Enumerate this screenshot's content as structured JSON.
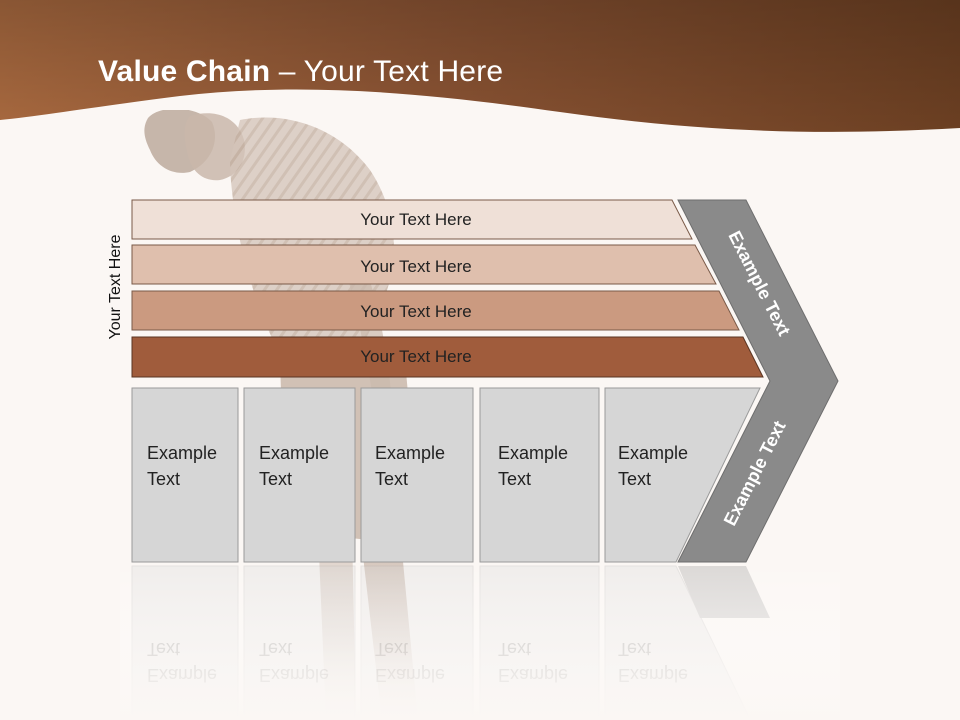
{
  "slide": {
    "title_bold": "Value Chain",
    "title_rest": " – Your Text Here",
    "side_label": "Your Text Here"
  },
  "bars": [
    {
      "label": "Your Text Here",
      "color": "#efe0d7"
    },
    {
      "label": "Your Text Here",
      "color": "#dfbfad"
    },
    {
      "label": "Your Text Here",
      "color": "#cb9a80"
    },
    {
      "label": "Your Text Here",
      "color": "#a05c3c"
    }
  ],
  "boxes": [
    {
      "line1": "Example",
      "line2": "Text"
    },
    {
      "line1": "Example",
      "line2": "Text"
    },
    {
      "line1": "Example",
      "line2": "Text"
    },
    {
      "line1": "Example",
      "line2": "Text"
    },
    {
      "line1": "Example",
      "line2": "Text"
    }
  ],
  "chevron": {
    "upper_label": "Example Text",
    "lower_label": "Example Text",
    "color": "#8a8a8a"
  },
  "colors": {
    "banner_dark": "#6b3f22",
    "banner_light": "#a8693f",
    "box_fill": "#d6d6d6",
    "background": "#fbf7f4"
  }
}
